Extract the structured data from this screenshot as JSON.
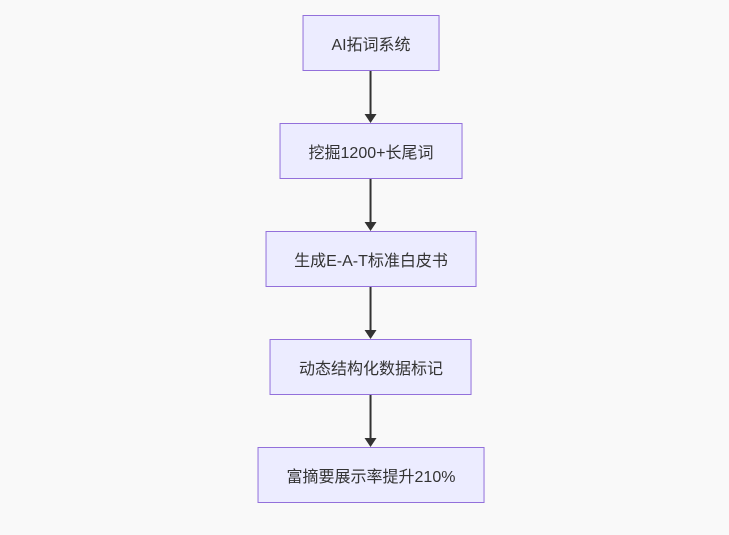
{
  "diagram": {
    "type": "flowchart-top-down",
    "nodes": [
      {
        "label": "AI拓词系统"
      },
      {
        "label": "挖掘1200+长尾词"
      },
      {
        "label": "生成E-A-T标准白皮书"
      },
      {
        "label": "动态结构化数据标记"
      },
      {
        "label": "富摘要展示率提升210%"
      }
    ],
    "edges": [
      {
        "from": 0,
        "to": 1
      },
      {
        "from": 1,
        "to": 2
      },
      {
        "from": 2,
        "to": 3
      },
      {
        "from": 3,
        "to": 4
      }
    ],
    "colors": {
      "node_fill": "#ECECFF",
      "node_border": "#9370DB",
      "text": "#333333",
      "arrow": "#333333",
      "background": "#f9f9f9"
    }
  }
}
